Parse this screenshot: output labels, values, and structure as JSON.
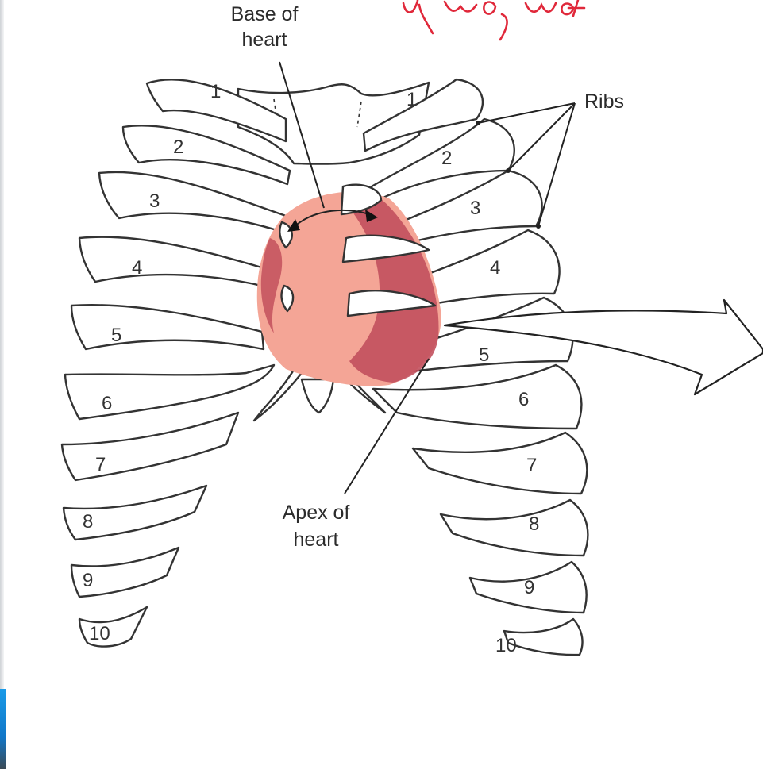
{
  "labels": {
    "base_line1": "Base of",
    "base_line2": "heart",
    "apex_line1": "Apex of",
    "apex_line2": "heart",
    "ribs": "Ribs"
  },
  "rib_numbers": {
    "left": [
      "1",
      "2",
      "3",
      "4",
      "5",
      "6",
      "7",
      "8",
      "9",
      "10"
    ],
    "right": [
      "1",
      "2",
      "3",
      "4",
      "5",
      "6",
      "7",
      "8",
      "9",
      "10"
    ]
  },
  "colors": {
    "heart_light": "#f4a596",
    "heart_dark": "#c2505d",
    "annotation_red": "#e0283a",
    "outline": "#333333"
  }
}
